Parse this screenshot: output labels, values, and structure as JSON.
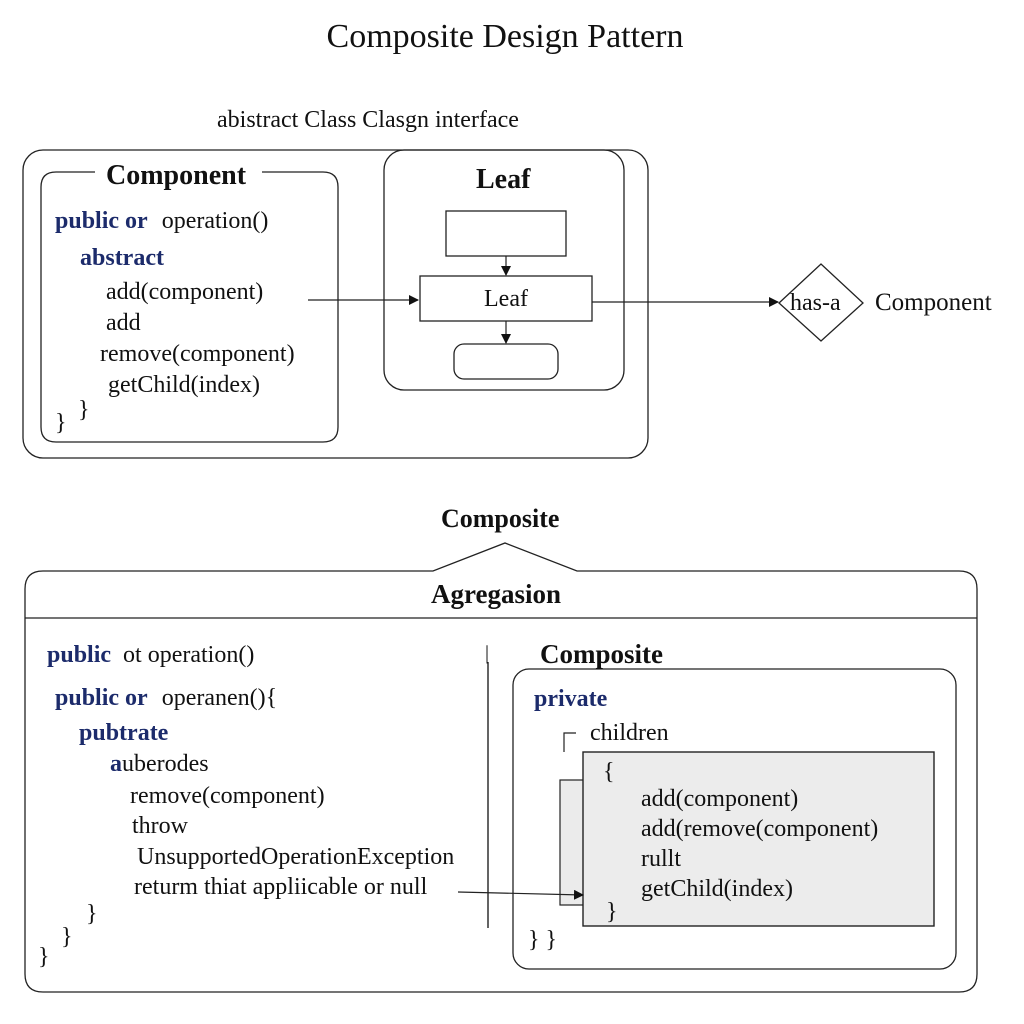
{
  "title": "Composite Design Pattern",
  "subtitle": "abistract Class Clasgn interface",
  "component": {
    "title": "Component",
    "line1_kw": "public or",
    "line1_rest": "operation()",
    "abstract_kw": "abstract",
    "methods": [
      "add(component)",
      "add",
      "remove(component)",
      "getChild(index)"
    ],
    "brace_inner": "}",
    "brace_outer": "}"
  },
  "leaf": {
    "title": "Leaf",
    "box_label": "Leaf"
  },
  "has_a": {
    "diamond_label": "has-a",
    "target": "Component"
  },
  "composite_header": "Composite",
  "aggregation_header": "Agregasion",
  "left_code": {
    "line1_kw": "public",
    "line1_rest": "ot operation()",
    "line2_kw": "public or",
    "line2_rest": "operanen(){",
    "line3_kw": "pubtrate",
    "line4_kw": "a",
    "line4_rest": "uberodes",
    "lines": [
      "remove(component)",
      "throw",
      "UnsupportedOperationException",
      "returm thiat appliicable or null"
    ],
    "braces": [
      "}",
      "}",
      "}"
    ]
  },
  "composite_class": {
    "title": "Composite",
    "private_kw": "private",
    "children": "children",
    "open_brace": "{",
    "methods": [
      "add(component)",
      "add(remove(component)",
      "rullt",
      "getChild(index)"
    ],
    "close_brace_inner": "}",
    "close_brace_outer": "} }"
  },
  "separator": "|"
}
